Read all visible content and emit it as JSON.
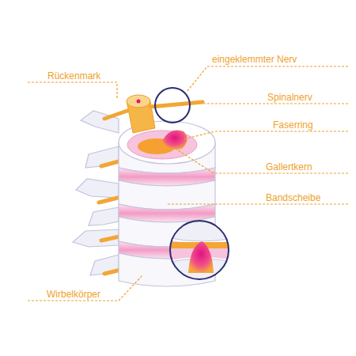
{
  "diagram": {
    "labels": [
      "Rückenmark",
      "eingeklemmter Nerv",
      "Spinalnerv",
      "Faserring",
      "Gallertkern",
      "Bandscheibe",
      "Wirbelkörper"
    ]
  }
}
